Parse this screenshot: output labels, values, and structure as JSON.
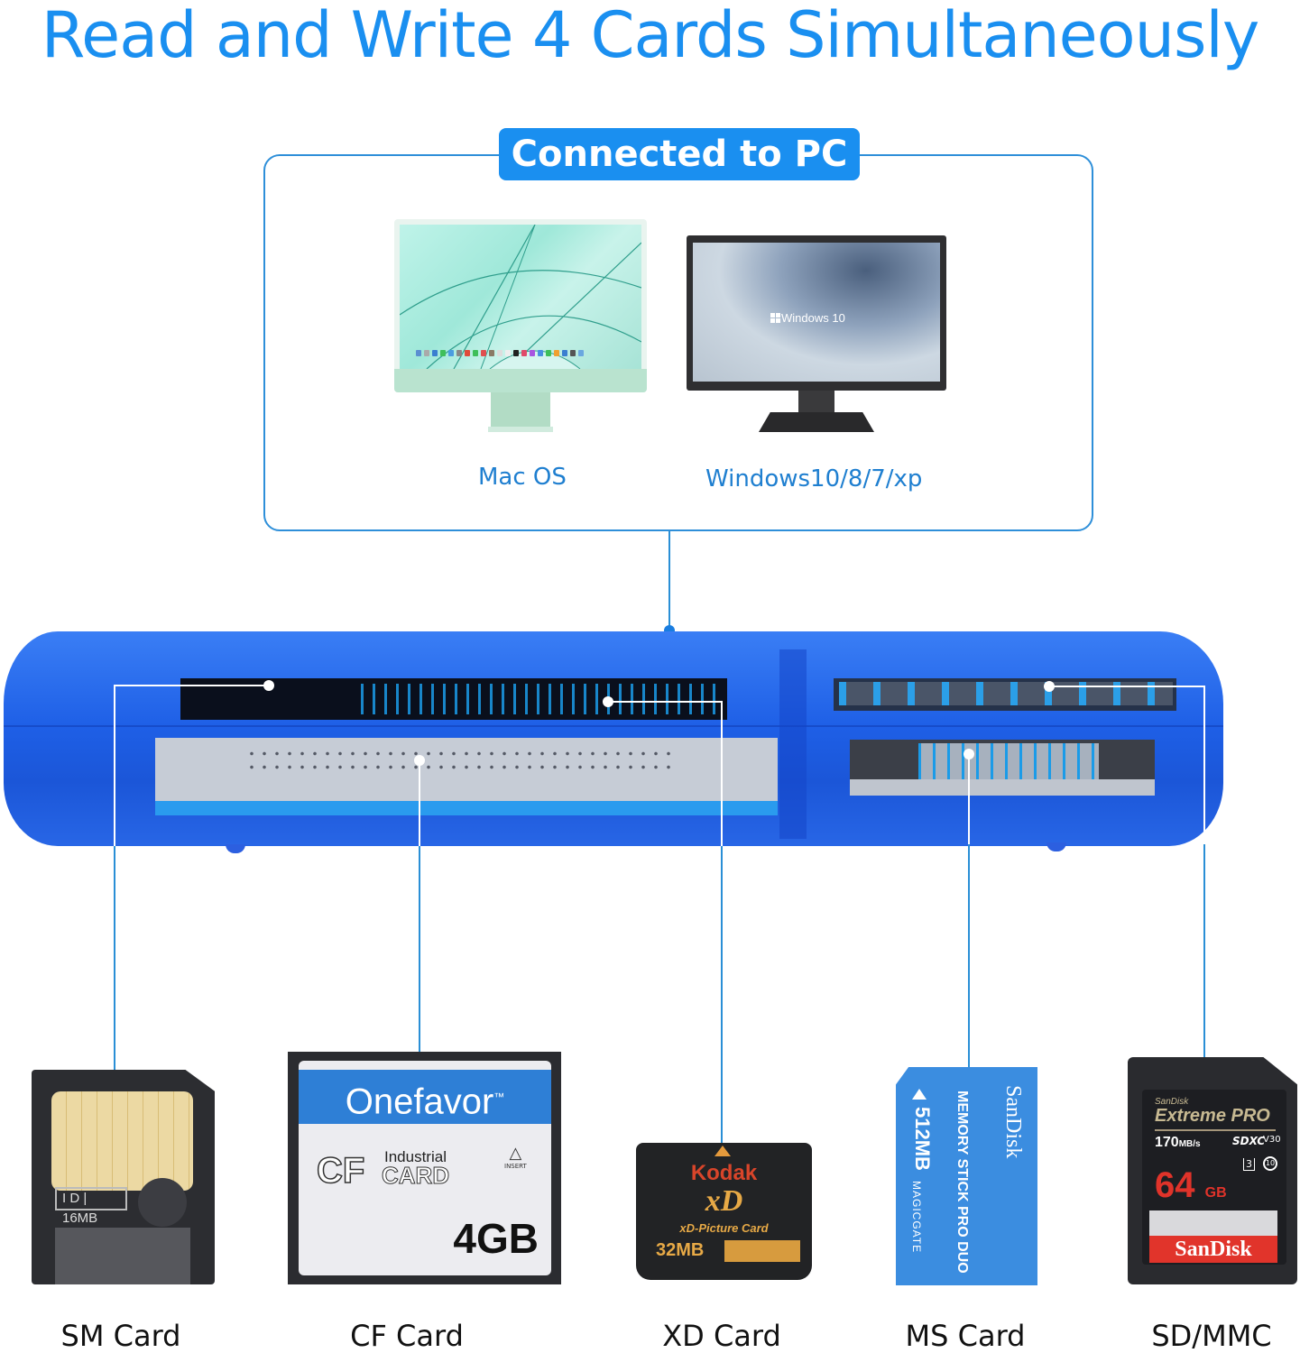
{
  "title": "Read and Write 4 Cards Simultaneously",
  "connection": {
    "badge": "Connected to PC",
    "systems": [
      {
        "label": "Mac OS",
        "device": "iMac"
      },
      {
        "label": "Windows10/8/7/xp",
        "device": "monitor",
        "screen_text": "Windows 10"
      }
    ]
  },
  "colors": {
    "accent": "#1a8ff0",
    "line": "#2a8fd6",
    "reader_body": "#1e5fe6"
  },
  "cards": [
    {
      "label": "SM Card",
      "id_text": "I D",
      "capacity": "16MB"
    },
    {
      "label": "CF Card",
      "brand": "Onefavor",
      "trademark": "™",
      "cf_logo": "CF",
      "industrial": "Industrial",
      "card_word": "CARD",
      "insert": "INSERT",
      "capacity": "4GB"
    },
    {
      "label": "XD Card",
      "brand": "Kodak",
      "logo": "xD",
      "subtitle": "xD-Picture Card",
      "capacity": "32MB"
    },
    {
      "label": "MS Card",
      "brand": "SanDisk",
      "product": "MEMORY STICK PRO DUO",
      "capacity": "512MB",
      "magicgate": "MAGICGATE"
    },
    {
      "label": "SD/MMC",
      "brand_small": "SanDisk",
      "product": "Extreme PRO",
      "speed": "170",
      "speed_unit": "MB/s",
      "sdxc": "SDXC",
      "v_class": "V30",
      "u_class": "3",
      "class": "10",
      "capacity": "64",
      "capacity_unit": "GB",
      "brand": "SanDisk"
    }
  ]
}
